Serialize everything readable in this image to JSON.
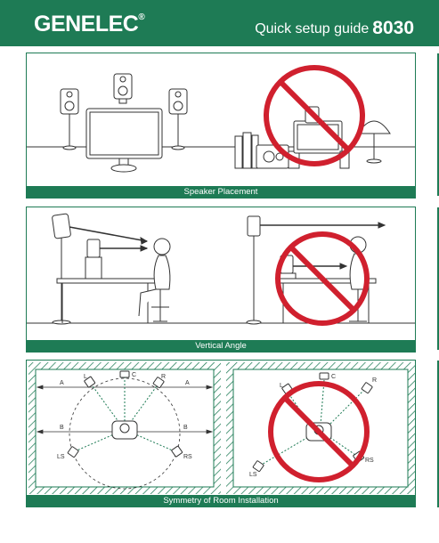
{
  "header": {
    "brand": "GENELEC",
    "registered": "®",
    "guide_text": "Quick setup guide",
    "model": "8030"
  },
  "panels": {
    "placement": {
      "caption": "Speaker Placement"
    },
    "vertical": {
      "caption": "Vertical Angle"
    },
    "symmetry": {
      "caption": "Symmetry of Room Installation",
      "labels": [
        "C",
        "L",
        "R",
        "A",
        "A",
        "B",
        "B",
        "LS",
        "RS"
      ],
      "labels_right": [
        "C",
        "L",
        "R",
        "LS",
        "RS"
      ]
    }
  },
  "colors": {
    "accent": "#1e7b55",
    "prohibit": "#d0202e"
  },
  "icons": [
    "prohibition-sign-icon",
    "speaker-icon",
    "listener-icon"
  ]
}
